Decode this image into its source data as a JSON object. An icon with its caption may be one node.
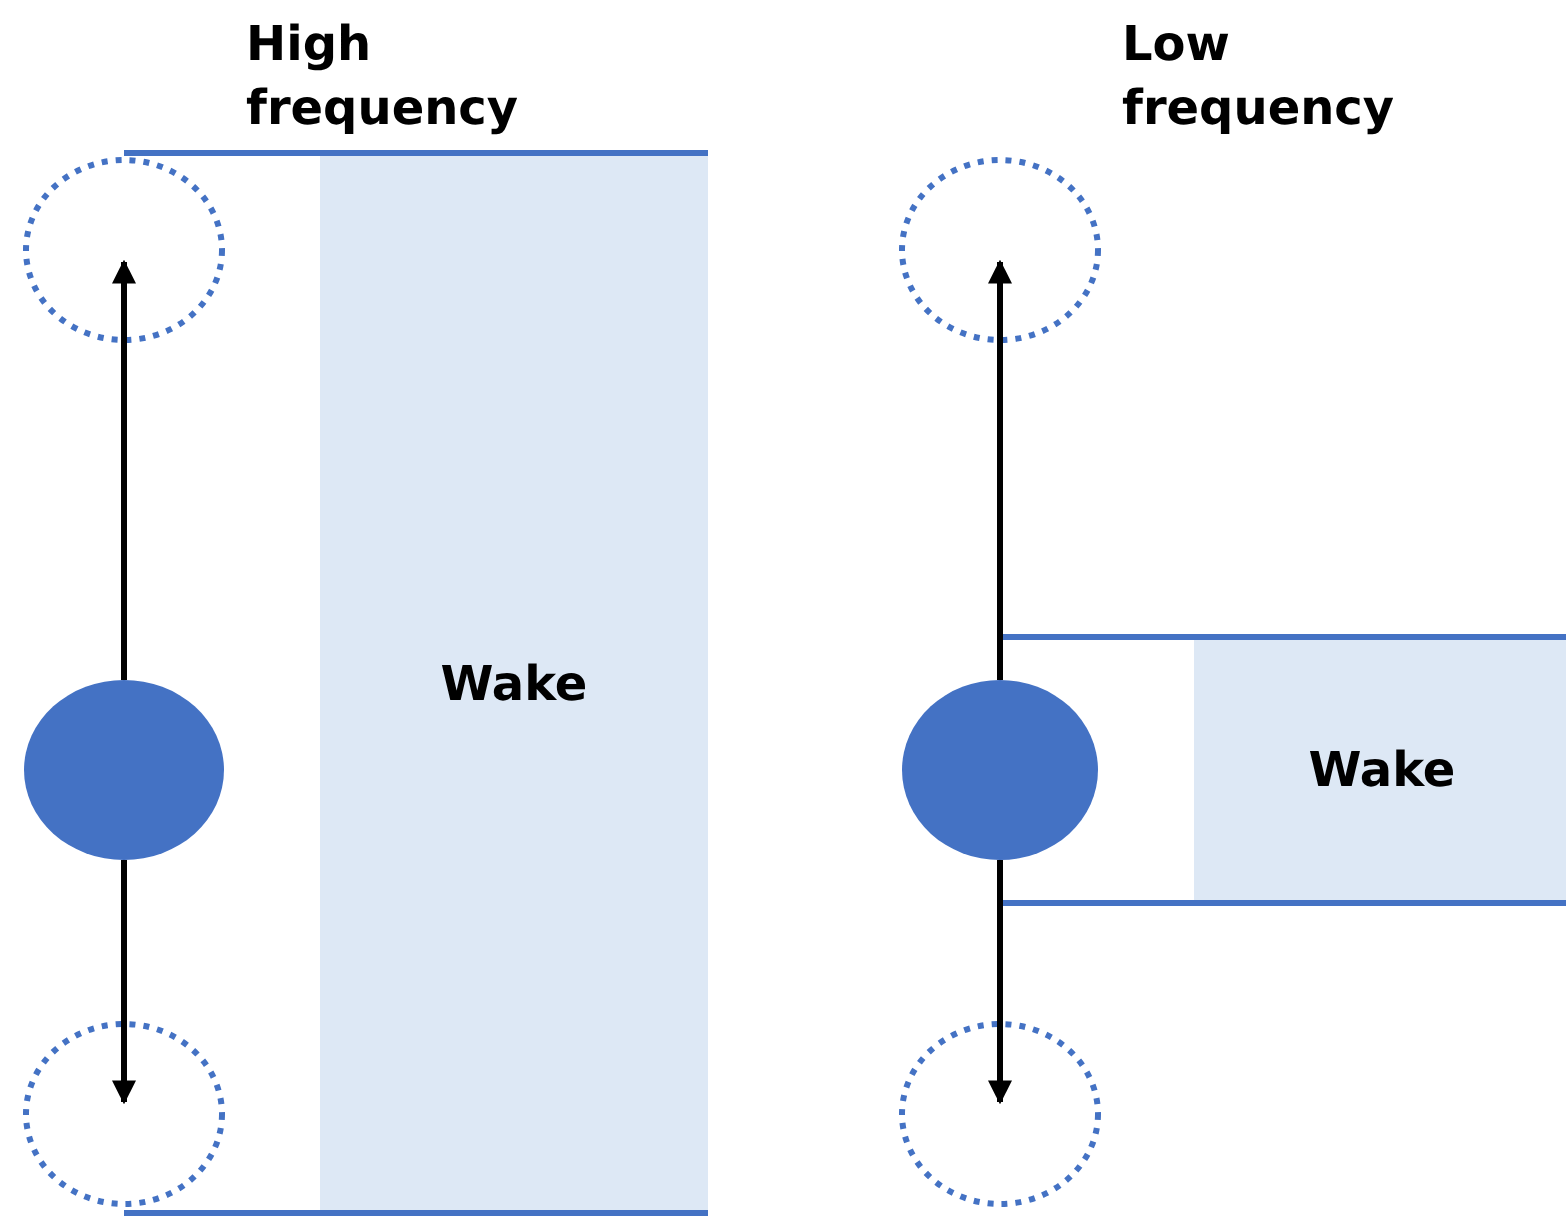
{
  "diagram": {
    "nodes": [
      {
        "text": [
          "Wake"
        ]
      },
      {
        "text": [],
        "shape": "circle"
      },
      {
        "text": [],
        "shape": "circle"
      },
      {
        "text": [],
        "shape": "circle"
      },
      {
        "text": [],
        "shape": "circle"
      },
      {
        "text": [
          "Wake"
        ]
      },
      {
        "text": [],
        "shape": "circle"
      },
      {
        "text": [],
        "shape": "circle"
      }
    ],
    "edges": [
      {
        "from": 2,
        "to": 1,
        "arrow": "to"
      },
      {
        "from": 2,
        "to": 3,
        "arrow": "to"
      },
      {
        "from": 6,
        "to": 4,
        "arrow": "to"
      },
      {
        "from": 6,
        "to": 7,
        "arrow": "to"
      }
    ],
    "labels": [
      "High frequency",
      "Low frequency"
    ]
  }
}
